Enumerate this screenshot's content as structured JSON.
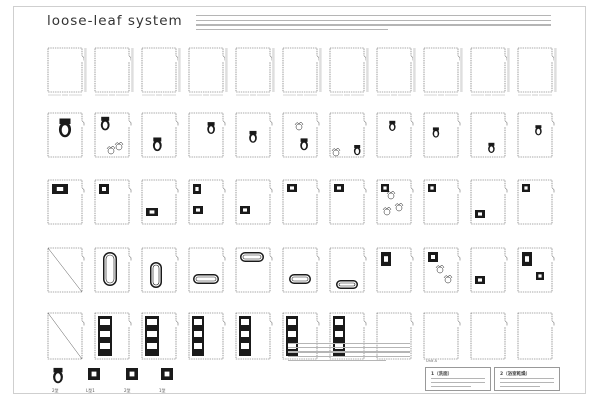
{
  "title": "loose-leaf system",
  "legend_items": [
    "2型",
    "L型1",
    "2型",
    "1型"
  ],
  "notes": {
    "header": "Unit A",
    "box_left_title": "1（洗面）",
    "box_right_title": "2（浴室乾燥）"
  },
  "colors": {
    "ink": "#1a1a1a",
    "outline": "#555555",
    "page_bg": "#ffffff"
  }
}
